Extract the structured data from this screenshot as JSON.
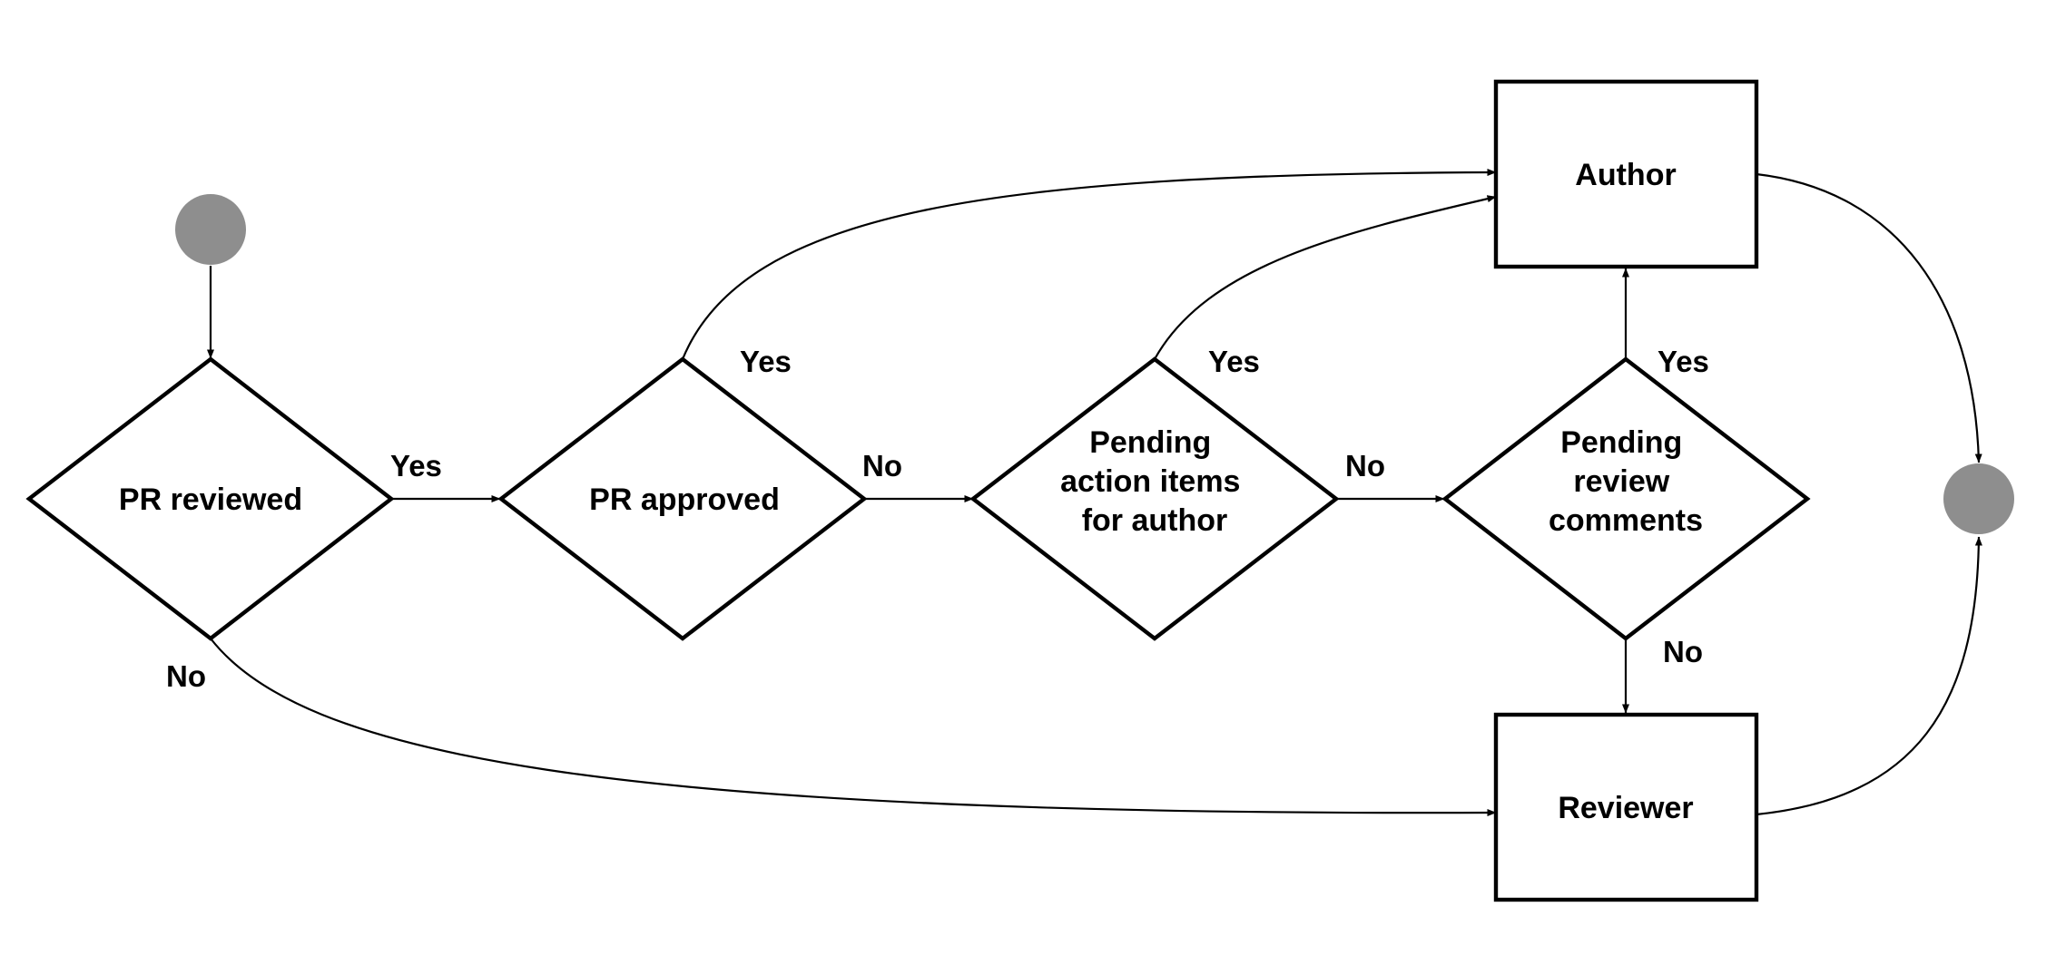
{
  "nodes": {
    "pr_reviewed": {
      "lines": [
        "PR reviewed"
      ]
    },
    "pr_approved": {
      "lines": [
        "PR approved"
      ]
    },
    "pending_action_items": {
      "lines": [
        "Pending",
        "action items",
        "for author"
      ]
    },
    "pending_review_comments": {
      "lines": [
        "Pending",
        "review",
        "comments"
      ]
    },
    "author": {
      "lines": [
        "Author"
      ]
    },
    "reviewer": {
      "lines": [
        "Reviewer"
      ]
    }
  },
  "edges": {
    "pr_reviewed_yes": "Yes",
    "pr_reviewed_no": "No",
    "pr_approved_yes": "Yes",
    "pr_approved_no": "No",
    "pending_action_items_yes": "Yes",
    "pending_action_items_no": "No",
    "pending_review_comments_yes": "Yes",
    "pending_review_comments_no": "No"
  },
  "colors": {
    "terminal": "#8e8e8e",
    "stroke": "#000000",
    "background": "#ffffff"
  }
}
